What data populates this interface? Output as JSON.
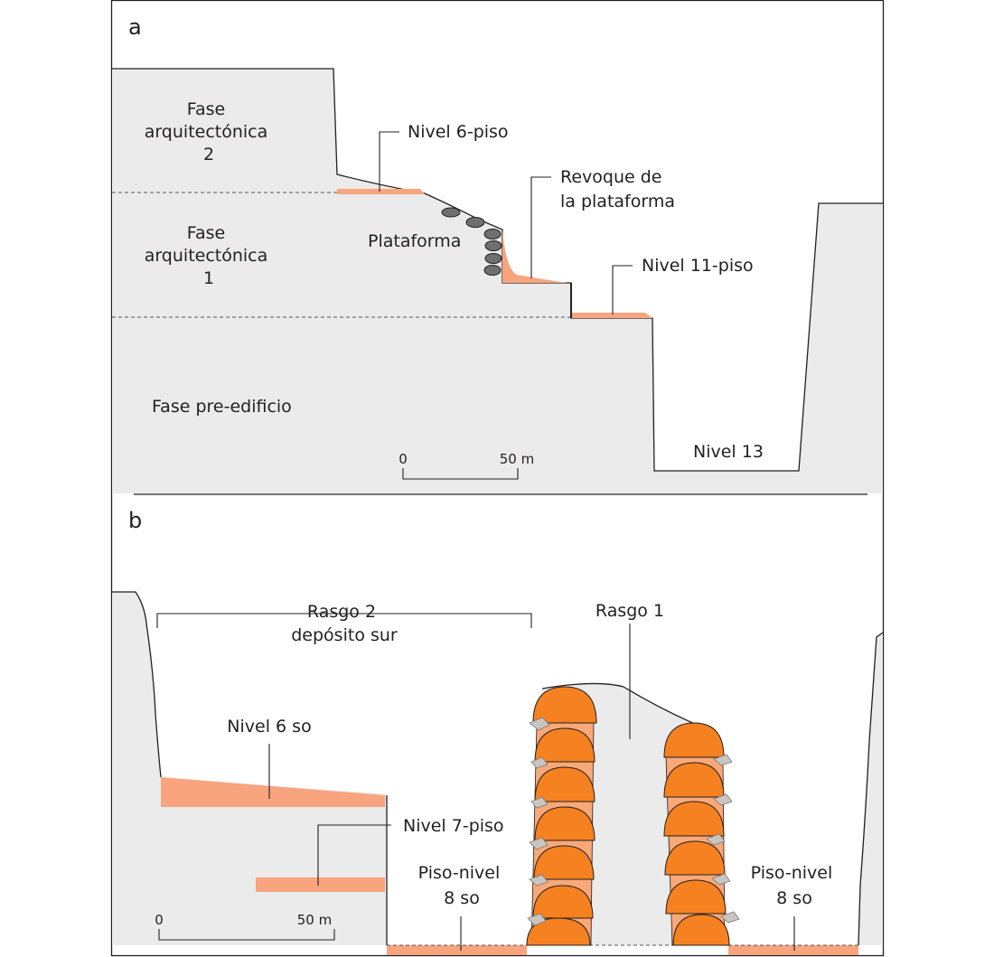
{
  "panel_a": {
    "letter": "a",
    "labels": {
      "fase2": [
        "Fase",
        "arquitectónica",
        "2"
      ],
      "fase1": [
        "Fase",
        "arquitectónica",
        "1"
      ],
      "plataforma": "Plataforma",
      "nivel6piso": "Nivel 6-piso",
      "revoque": [
        "Revoque de",
        "la plataforma"
      ],
      "nivel11piso": "Nivel 11-piso",
      "fase_pre": "Fase pre-edificio",
      "nivel13": "Nivel 13"
    },
    "scale": {
      "start": "0",
      "end": "50 m"
    }
  },
  "panel_b": {
    "letter": "b",
    "labels": {
      "rasgo2": [
        "Rasgo 2",
        "depósito sur"
      ],
      "rasgo1": "Rasgo 1",
      "nivel6so": "Nivel 6 so",
      "nivel7piso": "Nivel 7-piso",
      "piso8_left": [
        "Piso-nivel",
        "8 so"
      ],
      "piso8_right": [
        "Piso-nivel",
        "8 so"
      ]
    },
    "scale": {
      "start": "0",
      "end": "50 m"
    }
  },
  "colors": {
    "ground": "#ebebeb",
    "floor_layer": "#f8a47e",
    "brick_dome": "#f58120",
    "brick_face": "#f9a878",
    "stone": "#6f6f6f"
  }
}
